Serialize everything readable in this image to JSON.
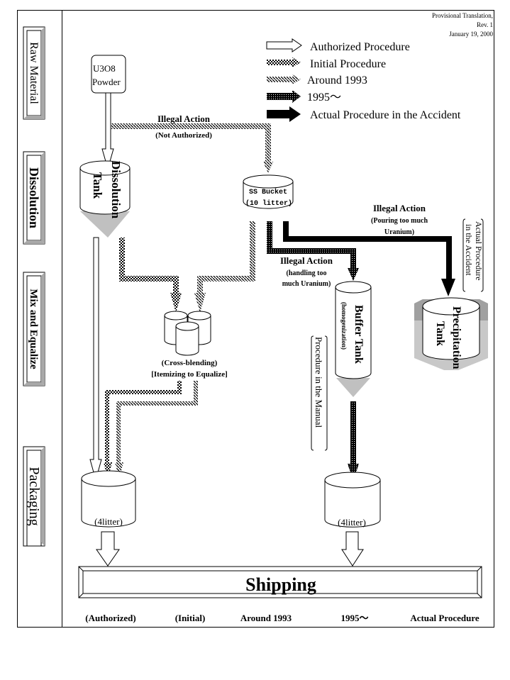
{
  "header": {
    "line1": "Provisional Translation,",
    "line2": "Rev. 1",
    "line3": "January 19, 2000"
  },
  "legend": {
    "items": [
      {
        "key": "authorized",
        "label": "Authorized Procedure",
        "pattern": "outline"
      },
      {
        "key": "initial",
        "label": "Initial Procedure",
        "pattern": "checker"
      },
      {
        "key": "around1993",
        "label": "Around 1993",
        "pattern": "diagonal"
      },
      {
        "key": "y1995",
        "label": "1995～",
        "pattern": "dense-dots"
      },
      {
        "key": "actual",
        "label": "Actual Procedure in the Accident",
        "pattern": "solid"
      }
    ]
  },
  "stages": [
    {
      "label": "Raw Material"
    },
    {
      "label": "Dissolution"
    },
    {
      "label": "Mix and Equalize"
    },
    {
      "label": "Packaging"
    }
  ],
  "nodes": {
    "powder": {
      "line1": "U3O8",
      "line2": "Powder"
    },
    "dissolution_tank": {
      "line1": "Dissolution",
      "line2": "Tank"
    },
    "ss_bucket": {
      "line1": "SS Bucket",
      "line2": "(10 litter)"
    },
    "buffer_tank": {
      "line1": "Buffer Tank",
      "line2": "(homogenization)"
    },
    "precipitation_tank": {
      "line1": "Precipitation",
      "line2": "Tank"
    },
    "blend_caption": {
      "line1": "(Cross-blending)",
      "line2": "[Itemizing to Equalize]"
    },
    "pkg_left": {
      "label": "(4litter)"
    },
    "pkg_right": {
      "label": "(4litter)"
    },
    "shipping": {
      "label": "Shipping"
    }
  },
  "annotations": {
    "illegal1": {
      "title": "Illegal Action",
      "sub": "(Not Authorized)"
    },
    "illegal2": {
      "title": "Illegal Action",
      "sub1": "(Pouring too much",
      "sub2": "Uranium)"
    },
    "illegal3": {
      "title": "Illegal Action",
      "sub1": "(handling too",
      "sub2": "much Uranium)"
    },
    "manual_note": "Procedure in the Manual",
    "accident_note1": "Actual Procedure",
    "accident_note2": "in the Accident"
  },
  "footer": {
    "labels": [
      "(Authorized)",
      "(Initial)",
      "Around 1993",
      "1995～",
      "Actual Procedure"
    ]
  },
  "colors": {
    "line": "#000000",
    "cone": "#c0c0c0",
    "jacket_dark": "#a0a0a0",
    "jacket_light": "#c8c8c8",
    "bevel": "#a8a8a8"
  }
}
